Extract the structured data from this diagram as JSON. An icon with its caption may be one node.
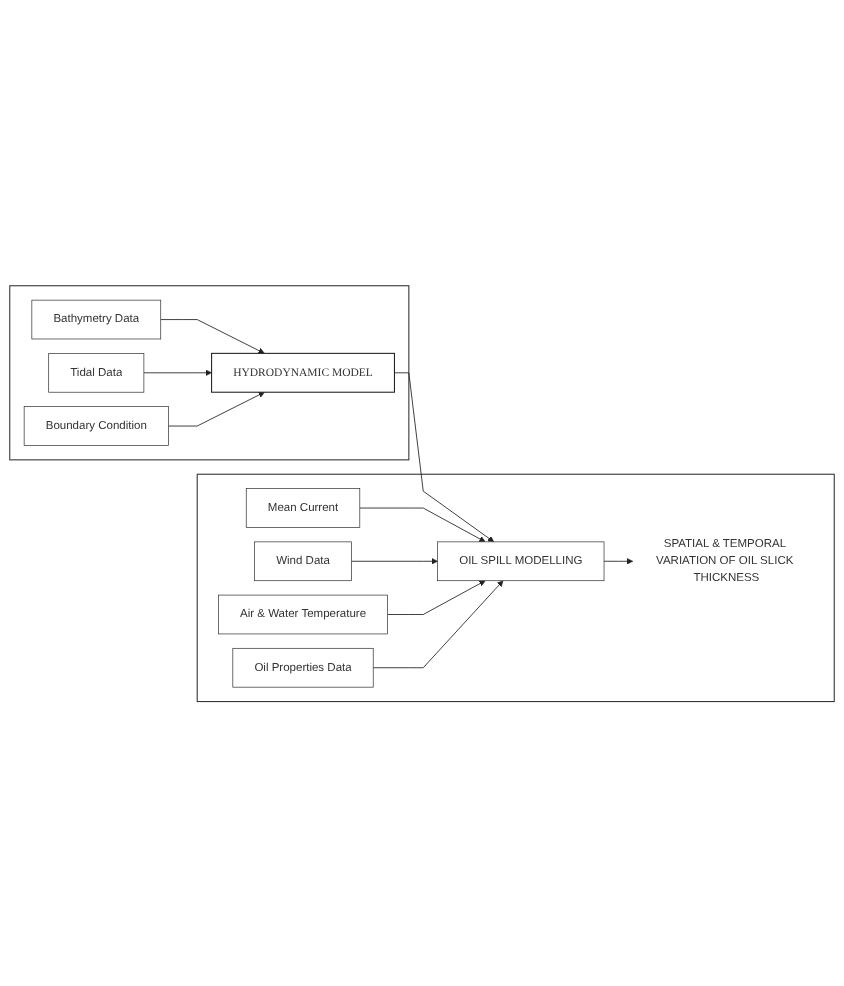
{
  "diagram": {
    "nodes": [
      {
        "text": [],
        "shape": "box"
      },
      {
        "text": [
          "Bathymetry Data"
        ],
        "in": 0
      },
      {
        "text": [
          "Tidal Data"
        ],
        "in": 0
      },
      {
        "text": [
          "Boundary Condition"
        ],
        "in": 0
      },
      {
        "text": [
          "HYDRODYNAMIC MODEL"
        ],
        "in": 0
      },
      {
        "text": [],
        "shape": "box"
      },
      {
        "text": [
          "Mean Current"
        ],
        "in": 5
      },
      {
        "text": [
          "Wind Data"
        ],
        "in": 5
      },
      {
        "text": [
          "Air & Water Temperature"
        ],
        "in": 5
      },
      {
        "text": [
          "Oil Properties Data"
        ],
        "in": 5
      },
      {
        "text": [
          "OIL SPILL MODELLING"
        ],
        "in": 5
      },
      {
        "text": [
          "SPATIAL & TEMPORAL VARIATION OF OIL SLICK THICKNESS"
        ],
        "in": 5
      }
    ],
    "edges": [
      {
        "from": 1,
        "to": 4,
        "arrow": "to"
      },
      {
        "from": 2,
        "to": 4,
        "arrow": "to"
      },
      {
        "from": 3,
        "to": 4,
        "arrow": "to"
      },
      {
        "from": 4,
        "to": 10,
        "arrow": "to"
      },
      {
        "from": 6,
        "to": 10,
        "arrow": "to"
      },
      {
        "from": 7,
        "to": 10,
        "arrow": "to"
      },
      {
        "from": 8,
        "to": 10,
        "arrow": "to"
      },
      {
        "from": 9,
        "to": 10,
        "arrow": "to"
      },
      {
        "from": 10,
        "to": 11,
        "arrow": "to"
      }
    ]
  }
}
